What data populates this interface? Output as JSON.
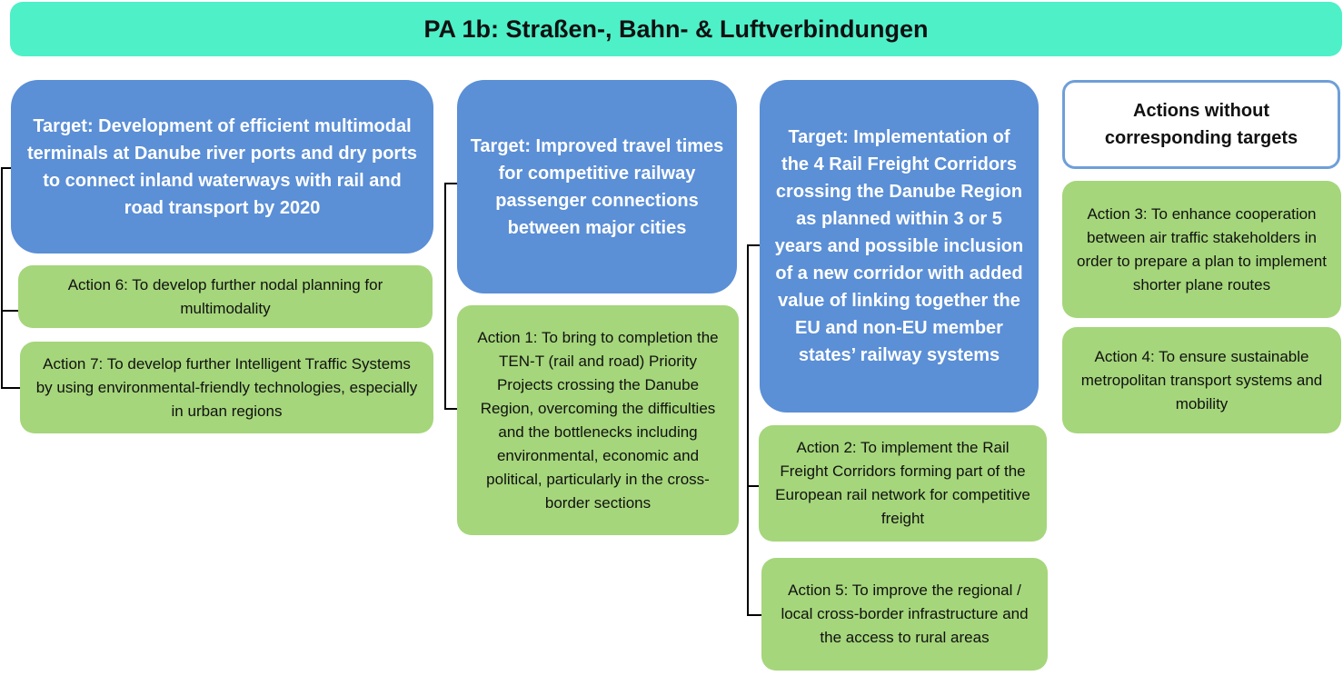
{
  "header": {
    "title": "PA 1b: Straßen-, Bahn- & Luftverbindungen"
  },
  "columns": [
    {
      "target": "Target: Development of efficient multimodal terminals at Danube river ports and dry ports to connect inland waterways with rail and road transport by 2020",
      "actions": [
        "Action 6: To develop further nodal planning for multimodality",
        "Action 7: To develop further Intelligent Traffic Systems by using environmental-friendly technologies, especially in urban regions"
      ]
    },
    {
      "target": "Target: Improved travel times for competitive railway passenger connections between major cities",
      "actions": [
        "Action 1: To bring to completion the TEN-T (rail and road) Priority Projects crossing the Danube Region, overcoming the difficulties and the bottlenecks including environmental, economic and political, particularly in the cross-border sections"
      ]
    },
    {
      "target": "Target: Implementation of the 4 Rail Freight Corridors crossing the Danube Region as planned within 3 or 5 years and possible inclusion of a new corridor with added value of linking together the EU and non-EU member states’ railway systems",
      "actions": [
        "Action 2: To implement the Rail Freight Corridors forming part of the European rail network for competitive freight",
        "Action 5: To improve the regional / local cross-border infrastructure and the access to rural areas"
      ]
    },
    {
      "target": "Actions without corresponding targets",
      "actions": [
        "Action 3: To enhance cooperation between air traffic stakeholders in order to prepare a plan to implement shorter plane routes",
        "Action 4: To ensure sustainable metropolitan transport systems and mobility"
      ]
    }
  ]
}
